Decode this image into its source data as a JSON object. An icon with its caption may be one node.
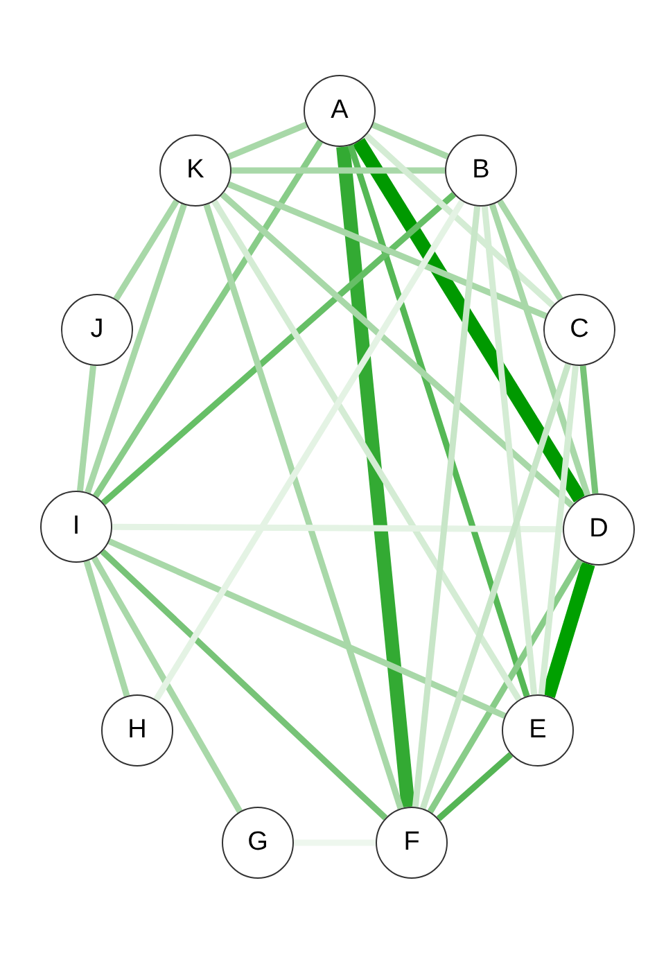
{
  "diagram": {
    "nodes": [
      {
        "text": [
          "A"
        ]
      },
      {
        "text": [
          "B"
        ]
      },
      {
        "text": [
          "C"
        ]
      },
      {
        "text": [
          "D"
        ]
      },
      {
        "text": [
          "E"
        ]
      },
      {
        "text": [
          "F"
        ]
      },
      {
        "text": [
          "G"
        ]
      },
      {
        "text": [
          "H"
        ]
      },
      {
        "text": [
          "I"
        ]
      },
      {
        "text": [
          "J"
        ]
      },
      {
        "text": [
          "K"
        ]
      }
    ],
    "edges": [
      {
        "from": 0,
        "to": 3,
        "arrow": "none",
        "style": "thick",
        "color": "#009900"
      },
      {
        "from": 3,
        "to": 4,
        "arrow": "none",
        "style": "thick",
        "color": "#00a000"
      },
      {
        "from": 0,
        "to": 5,
        "arrow": "none",
        "style": "thick",
        "color": "#33aa33"
      },
      {
        "from": 0,
        "to": 4,
        "arrow": "none",
        "color": "#55b855"
      },
      {
        "from": 1,
        "to": 8,
        "arrow": "none",
        "color": "#66bf66"
      },
      {
        "from": 0,
        "to": 8,
        "arrow": "none",
        "color": "#88cc88"
      },
      {
        "from": 8,
        "to": 5,
        "arrow": "none",
        "color": "#77c377"
      },
      {
        "from": 4,
        "to": 5,
        "arrow": "none",
        "color": "#55b555"
      },
      {
        "from": 3,
        "to": 5,
        "arrow": "none",
        "color": "#88cc88"
      },
      {
        "from": 2,
        "to": 3,
        "arrow": "none",
        "color": "#77c377"
      },
      {
        "from": 0,
        "to": 10,
        "arrow": "none"
      },
      {
        "from": 10,
        "to": 1,
        "arrow": "none"
      },
      {
        "from": 0,
        "to": 1,
        "arrow": "none"
      },
      {
        "from": 0,
        "to": 2,
        "arrow": "none",
        "color": "#d4ecd4"
      },
      {
        "from": 10,
        "to": 2,
        "arrow": "none"
      },
      {
        "from": 10,
        "to": 3,
        "arrow": "none"
      },
      {
        "from": 10,
        "to": 5,
        "arrow": "none"
      },
      {
        "from": 10,
        "to": 4,
        "arrow": "none",
        "color": "#d4ecd4"
      },
      {
        "from": 10,
        "to": 8,
        "arrow": "none"
      },
      {
        "from": 10,
        "to": 9,
        "arrow": "none"
      },
      {
        "from": 9,
        "to": 8,
        "arrow": "none"
      },
      {
        "from": 8,
        "to": 3,
        "arrow": "none",
        "color": "#e4f3e4"
      },
      {
        "from": 8,
        "to": 4,
        "arrow": "none"
      },
      {
        "from": 8,
        "to": 7,
        "arrow": "none"
      },
      {
        "from": 8,
        "to": 6,
        "arrow": "none"
      },
      {
        "from": 1,
        "to": 2,
        "arrow": "none"
      },
      {
        "from": 1,
        "to": 3,
        "arrow": "none"
      },
      {
        "from": 1,
        "to": 5,
        "arrow": "none",
        "color": "#c8e6c8"
      },
      {
        "from": 1,
        "to": 4,
        "arrow": "none",
        "color": "#d4ecd4"
      },
      {
        "from": 2,
        "to": 5,
        "arrow": "none",
        "color": "#c8e6c8"
      },
      {
        "from": 2,
        "to": 4,
        "arrow": "none",
        "color": "#d4ecd4"
      },
      {
        "from": 7,
        "to": 1,
        "arrow": "none",
        "color": "#e4f3e4"
      },
      {
        "from": 6,
        "to": 5,
        "arrow": "none",
        "color": "#eef7ee"
      }
    ]
  }
}
